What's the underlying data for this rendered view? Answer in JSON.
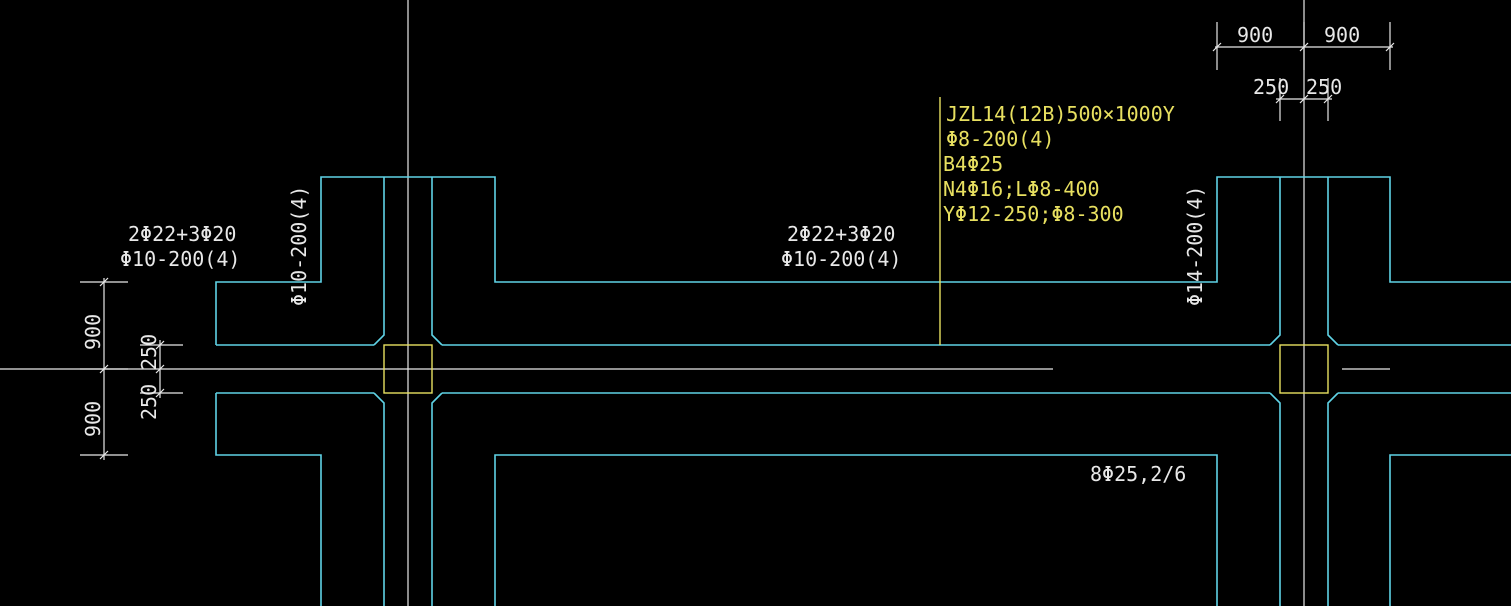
{
  "colors": {
    "background": "#000000",
    "beam_outline": "#5fd3e6",
    "dimension_lines": "#e8e8e8",
    "beam_annotation": "#e8e060",
    "text_white": "#e8e8e8"
  },
  "dimensions": {
    "top_left_900": "900",
    "top_right_900": "900",
    "top_left_250": "250",
    "top_right_250": "250",
    "left_upper_900": "900",
    "left_lower_900": "900",
    "left_upper_250": "250",
    "left_lower_250": "250"
  },
  "rebar_labels": {
    "left_top_bars": "2Φ22+3Φ20",
    "left_stirrup": "Φ10-200(4)",
    "center_top_bars": "2Φ22+3Φ20",
    "center_stirrup": "Φ10-200(4)",
    "vertical_left": "Φ10-200(4)",
    "vertical_right": "Φ14-200(4)",
    "bottom_bars": "8Φ25,2/6"
  },
  "beam_annotation": {
    "line1": "JZL14(12B)500×1000Y",
    "line2": "Φ8-200(4)",
    "line3": "B4Φ25",
    "line4": "N4Φ16;LΦ8-400",
    "line5": "YΦ12-250;Φ8-300"
  }
}
